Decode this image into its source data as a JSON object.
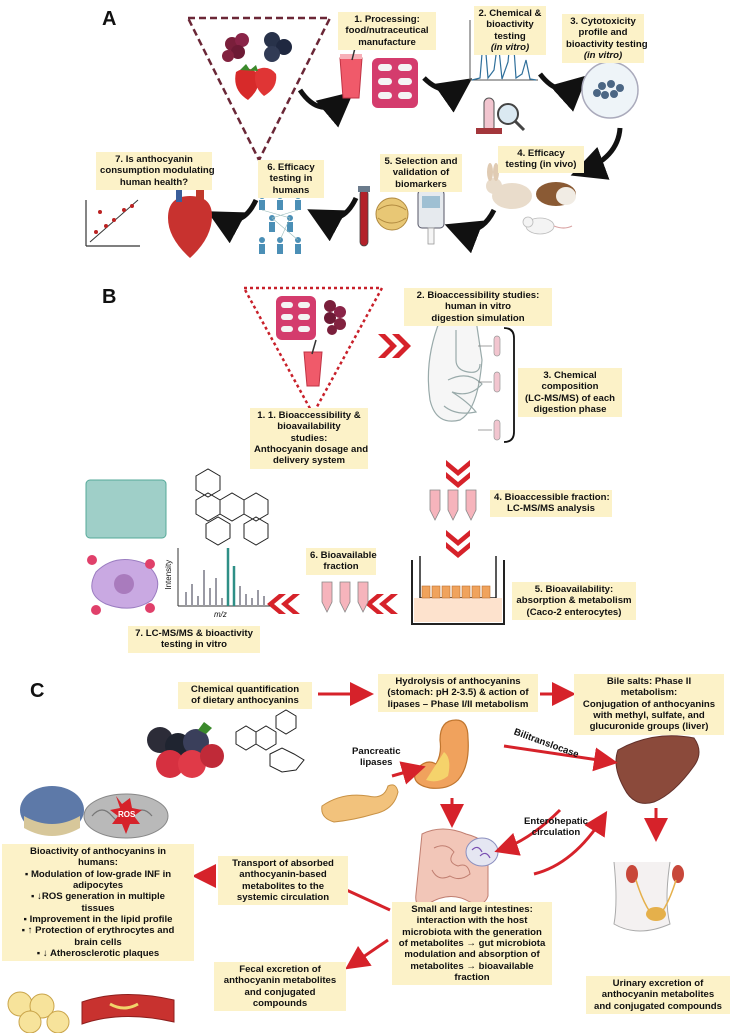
{
  "panels": {
    "a": "A",
    "b": "B",
    "c": "C"
  },
  "panel_a": {
    "step1": [
      "1. Processing:",
      "food/nutraceutical",
      "manufacture"
    ],
    "step2": [
      "2. Chemical &",
      "bioactivity",
      "testing",
      "(in vitro)"
    ],
    "step3": [
      "3. Cytotoxicity",
      "profile and",
      "bioactivity testing",
      "(in vitro)"
    ],
    "step4": [
      "4. Efficacy",
      "testing (in vivo)"
    ],
    "step5": [
      "5. Selection and",
      "validation of",
      "biomarkers"
    ],
    "step6": [
      "6. Efficacy",
      "testing in",
      "humans"
    ],
    "step7": [
      "7. Is anthocyanin",
      "consumption modulating",
      "human health?"
    ]
  },
  "panel_b": {
    "step1": [
      "1. 1. Bioaccessibility &",
      "bioavailability",
      "studies:",
      "Anthocyanin dosage and",
      "delivery system"
    ],
    "step2": [
      "2. Bioaccessibility studies:",
      "human in vitro",
      "digestion simulation"
    ],
    "step3": [
      "3. Chemical",
      "composition",
      "(LC-MS/MS) of each",
      "digestion phase"
    ],
    "step4": [
      "4. Bioaccessible fraction:",
      "LC-MS/MS analysis"
    ],
    "step5": [
      "5. Bioavailability:",
      "absorption & metabolism",
      "(Caco-2 enterocytes)"
    ],
    "step6": [
      "6. Bioavailable",
      "fraction"
    ],
    "step7": [
      "7. LC-MS/MS & bioactivity",
      "testing in vitro"
    ],
    "ms_ylabel": "Intensity",
    "ms_xlabel": "m/z"
  },
  "panel_c": {
    "chem_quant": [
      "Chemical quantification",
      "of dietary anthocyanins"
    ],
    "hydrolysis": [
      "Hydrolysis of anthocyanins",
      "(stomach: pH 2-3.5) & action of",
      "lipases – Phase I/II metabolism"
    ],
    "bile": [
      "Bile salts: Phase II",
      "metabolism:",
      "Conjugation of anthocyanins",
      "with methyl, sulfate, and",
      "glucuronide groups (liver)"
    ],
    "bilitranslocase": "Bilitranslocase",
    "pancreatic": [
      "Pancreatic",
      "lipases"
    ],
    "enterohepatic": [
      "Enterohepatic",
      "circulation"
    ],
    "bioactivity_title": [
      "Bioactivity of anthocyanins in",
      "humans:"
    ],
    "bioactivity_items": [
      "▪  Modulation of low-grade INF in",
      "adipocytes",
      "▪  ↓ROS generation in multiple",
      "tissues",
      "▪  Improvement in the lipid profile",
      "▪  ↑ Protection of erythrocytes and",
      "brain cells",
      "▪  ↓ Atherosclerotic plaques"
    ],
    "transport": [
      "Transport of absorbed",
      "anthocyanin-based",
      "metabolites to the",
      "systemic circulation"
    ],
    "intestines": [
      "Small and large intestines:",
      "interaction with the host",
      "microbiota with the generation",
      "of metabolites → gut microbiota",
      "modulation and absorption of",
      "metabolites → bioavailable",
      "fraction"
    ],
    "fecal": [
      "Fecal excretion of",
      "anthocyanin metabolites",
      "and conjugated",
      "compounds"
    ],
    "urinary": [
      "Urinary excretion of",
      "anthocyanin metabolites",
      "and conjugated compounds"
    ],
    "ros_label": "ROS"
  },
  "colors": {
    "box_fill": "#fcf2c8",
    "arrow_black": "#111111",
    "arrow_red": "#d6222a",
    "triangle_a": "#6b2737",
    "triangle_b": "#c8202a"
  },
  "icons": [
    "berries-icon",
    "juice-glass-icon",
    "capsule-pack-icon",
    "chromatogram-icon",
    "test-tube-magnifier-icon",
    "petri-dish-icon",
    "rabbit-icon",
    "guinea-pig-icon",
    "mouse-icon",
    "glucometer-icon",
    "blood-tube-icon",
    "human-network-icon",
    "heart-icon",
    "scatter-plot-icon",
    "digestive-system-icon",
    "eppendorf-tube-icon",
    "well-plate-icon",
    "anthocyanin-molecule-icon",
    "mass-spectrum-icon",
    "cell-icon",
    "transwell-icon",
    "stomach-icon",
    "pancreas-icon",
    "liver-icon",
    "intestine-icon",
    "kidney-icon",
    "brain-icon",
    "mitochondria-icon",
    "adipocyte-icon",
    "artery-icon"
  ]
}
